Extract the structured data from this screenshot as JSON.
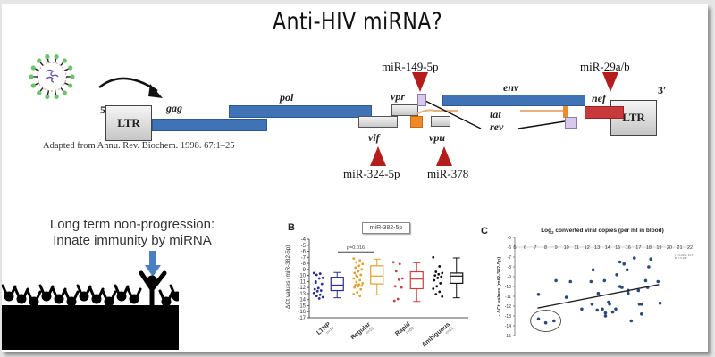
{
  "title": "Anti-HIV miRNA?",
  "genome_diagram": {
    "five_prime": "5′",
    "three_prime": "3′",
    "ltr_left": "LTR",
    "ltr_right": "LTR",
    "genes": [
      "gag",
      "pol",
      "vif",
      "vpr",
      "vpu",
      "tat",
      "rev",
      "env",
      "nef"
    ],
    "gene_labels": {
      "gag": "gag",
      "pol": "pol",
      "vif": "vif",
      "vpr": "vpr",
      "vpu": "vpu",
      "tat": "tat",
      "rev": "rev",
      "env": "env",
      "nef": "nef"
    },
    "mirna_targets": {
      "mir149": "miR-149-5p",
      "mir29": "miR-29a/b",
      "mir324": "miR-324-5p",
      "mir378": "miR-378"
    },
    "citation": "Adapted from Annu. Rev. Biochem. 1998. 67:1–25",
    "colors": {
      "structural_gene": "#3f73b6",
      "accessory_gene": "#d0d0d0",
      "tat_exon": "#ee8a2a",
      "rev_exon": "#d7c8ec",
      "nef": "#c8393b",
      "mirna_marker": "#b51d1d"
    }
  },
  "long_term_text": {
    "line1": "Long term non-progression:",
    "line2": "Innate immunity by miRNA"
  },
  "chart_data": [
    {
      "type": "box",
      "panel": "B",
      "title": "miR-382-5p",
      "ylabel": "- ΔCt values (miR-382-5p)",
      "ylim": [
        -17,
        -4
      ],
      "yticks": [
        -4,
        -5,
        -6,
        -7,
        -8,
        -9,
        -10,
        -11,
        -12,
        -13,
        -14,
        -15,
        -16,
        -17
      ],
      "annotation": "p=0.016",
      "groups": [
        {
          "name": "LTNP",
          "n": "n=17",
          "color": "#2b2f8f",
          "box": {
            "min": -13.7,
            "q1": -12.5,
            "median": -11.6,
            "q3": -10.3,
            "max": -9.5
          },
          "points": [
            -9.6,
            -9.7,
            -9.9,
            -10.4,
            -10.5,
            -11.2,
            -11.4,
            -12.1,
            -12.3,
            -12.5,
            -12.6,
            -12.9,
            -13.2,
            -13.4,
            -13.6,
            -13.8,
            -11.0
          ]
        },
        {
          "name": "Regular",
          "n": "n=25",
          "color": "#e0a030",
          "box": {
            "min": -13.2,
            "q1": -11.4,
            "median": -10.1,
            "q3": -8.4,
            "max": -7.3
          },
          "points": [
            -7.2,
            -7.5,
            -7.8,
            -8.1,
            -8.4,
            -8.7,
            -9.0,
            -9.3,
            -9.6,
            -9.9,
            -10.2,
            -10.5,
            -10.8,
            -11.1,
            -11.3,
            -11.5,
            -11.6,
            -11.7,
            -11.8,
            -12.0,
            -12.3,
            -12.8,
            -13.1,
            -13.4,
            -10.0
          ]
        },
        {
          "name": "Rapid",
          "n": "n=09",
          "color": "#c94040",
          "box": {
            "min": -14.3,
            "q1": -12.2,
            "median": -10.6,
            "q3": -9.4,
            "max": -7.9
          },
          "points": [
            -7.8,
            -8.1,
            -9.3,
            -10.5,
            -10.7,
            -11.8,
            -12.0,
            -13.9,
            -14.2
          ]
        },
        {
          "name": "Ambiguous",
          "n": "n=15",
          "color": "#111111",
          "box": {
            "min": -13.7,
            "q1": -11.3,
            "median": -10.1,
            "q3": -9.6,
            "max": -7.1
          },
          "points": [
            -7.0,
            -8.5,
            -9.4,
            -9.6,
            -9.8,
            -10.0,
            -10.2,
            -10.4,
            -10.8,
            -11.3,
            -11.8,
            -12.2,
            -12.7,
            -13.1,
            -13.5
          ]
        }
      ]
    },
    {
      "type": "scatter",
      "panel": "C",
      "title": "Log2 converted viral copies (per ml in blood)",
      "title_main": "Log",
      "title_sub": "2",
      "title_rest": " converted viral copies (per ml in blood)",
      "ylabel": "- ΔCt values (miR-382-5p)",
      "xlim": [
        5,
        22
      ],
      "ylim": [
        -15,
        -5
      ],
      "xticks": [
        5,
        6,
        7,
        8,
        9,
        10,
        11,
        12,
        13,
        14,
        15,
        16,
        17,
        18,
        19,
        20,
        21,
        22
      ],
      "yticks": [
        -5,
        -6,
        -7,
        -8,
        -9,
        -10,
        -11,
        -12,
        -13,
        -14,
        -15
      ],
      "equation": "y = 0.20x - 13.71",
      "r2": "R² = 0.097",
      "trendline": {
        "x": [
          7.2,
          19.0
        ],
        "y": [
          -12.2,
          -9.8
        ]
      },
      "highlight_circle": {
        "cx": 8.0,
        "cy": -13.5
      },
      "points": [
        [
          7.3,
          -13.3
        ],
        [
          8.0,
          -13.7
        ],
        [
          8.8,
          -13.5
        ],
        [
          7.3,
          -10.8
        ],
        [
          9.0,
          -9.4
        ],
        [
          10.0,
          -11.1
        ],
        [
          10.4,
          -9.5
        ],
        [
          11.5,
          -12.3
        ],
        [
          12.4,
          -9.5
        ],
        [
          12.5,
          -11.8
        ],
        [
          12.6,
          -8.3
        ],
        [
          13.0,
          -12.4
        ],
        [
          13.1,
          -10.7
        ],
        [
          13.5,
          -12.3
        ],
        [
          13.7,
          -9.4
        ],
        [
          13.8,
          -12.7
        ],
        [
          13.8,
          -13.0
        ],
        [
          14.1,
          -11.6
        ],
        [
          14.2,
          -11.8
        ],
        [
          14.5,
          -12.6
        ],
        [
          14.8,
          -12.3
        ],
        [
          14.9,
          -8.8
        ],
        [
          15.2,
          -7.5
        ],
        [
          15.2,
          -10.0
        ],
        [
          15.4,
          -10.1
        ],
        [
          15.6,
          -7.7
        ],
        [
          15.9,
          -8.3
        ],
        [
          16.0,
          -10.4
        ],
        [
          16.0,
          -10.7
        ],
        [
          16.3,
          -13.5
        ],
        [
          16.6,
          -7.1
        ],
        [
          17.0,
          -10.4
        ],
        [
          17.1,
          -11.8
        ],
        [
          17.3,
          -11.8
        ],
        [
          17.3,
          -12.8
        ],
        [
          17.7,
          -9.4
        ],
        [
          17.9,
          -10.1
        ],
        [
          18.0,
          -8.0
        ],
        [
          18.2,
          -7.2
        ],
        [
          18.9,
          -9.5
        ],
        [
          19.1,
          -11.7
        ]
      ]
    }
  ]
}
